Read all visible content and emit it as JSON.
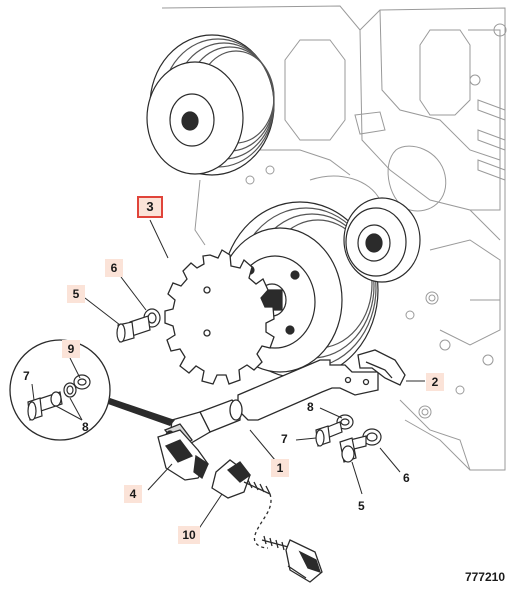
{
  "callouts": {
    "c1": "1",
    "c2": "2",
    "c3": "3",
    "c4": "4",
    "c5a": "5",
    "c5b": "5",
    "c6a": "6",
    "c6b": "6",
    "c7a": "7",
    "c7b": "7",
    "c8a": "8",
    "c8b": "8",
    "c9": "9",
    "c10": "10"
  },
  "figure_id": "777210",
  "colors": {
    "line": "#2b2b2b",
    "engine_line": "#9a9a9a",
    "callout_bg": "#fbe3d8",
    "highlight_border": "#e0443a"
  }
}
